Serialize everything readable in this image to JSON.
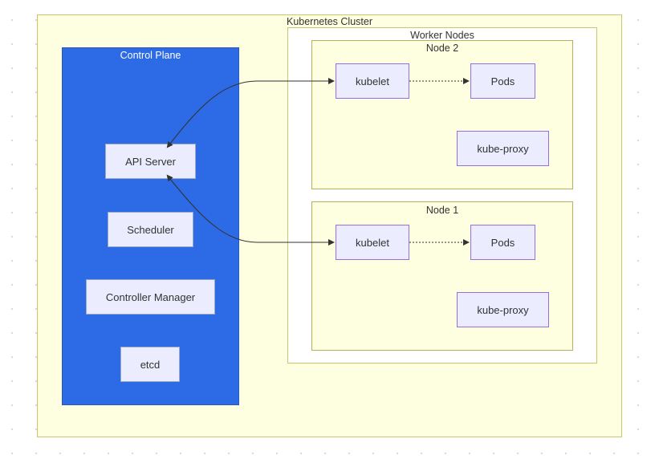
{
  "cluster": {
    "title": "Kubernetes Cluster"
  },
  "control_plane": {
    "title": "Control Plane",
    "components": {
      "api_server": "API Server",
      "scheduler": "Scheduler",
      "controller_manager": "Controller Manager",
      "etcd": "etcd"
    }
  },
  "worker_nodes": {
    "title": "Worker Nodes",
    "nodes": [
      {
        "title": "Node 2",
        "kubelet": "kubelet",
        "pods": "Pods",
        "kube_proxy": "kube-proxy"
      },
      {
        "title": "Node 1",
        "kubelet": "kubelet",
        "pods": "Pods",
        "kube_proxy": "kube-proxy"
      }
    ]
  },
  "colors": {
    "cluster_fill": "#fefee0",
    "control_plane_fill": "#2d6be6",
    "node_fill": "#ececff",
    "node_border": "#9370db",
    "edge": "#333333"
  }
}
